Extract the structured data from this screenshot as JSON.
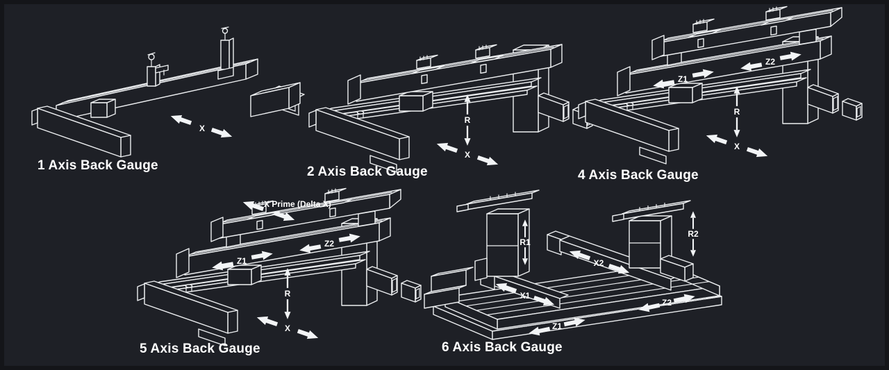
{
  "page": {
    "background_color": "#1e2026",
    "frame_color": "#141519",
    "line_color": "#edeff1",
    "text_color": "#ffffff"
  },
  "figures": [
    {
      "caption": "1 Axis Back Gauge",
      "axes": {
        "x": "X"
      }
    },
    {
      "caption": "2 Axis Back Gauge",
      "axes": {
        "x": "X",
        "r": "R"
      }
    },
    {
      "caption": "4 Axis Back Gauge",
      "axes": {
        "x": "X",
        "r": "R",
        "z1": "Z1",
        "z2": "Z2"
      }
    },
    {
      "caption": "5 Axis Back Gauge",
      "axes": {
        "x": "X",
        "r": "R",
        "z1": "Z1",
        "z2": "Z2",
        "x_prime": "X Prime (Delta X)"
      }
    },
    {
      "caption": "6 Axis Back Gauge",
      "axes": {
        "x1": "X1",
        "x2": "X2",
        "r1": "R1",
        "r2": "R2",
        "z1": "Z1",
        "z2": "Z2"
      }
    }
  ]
}
